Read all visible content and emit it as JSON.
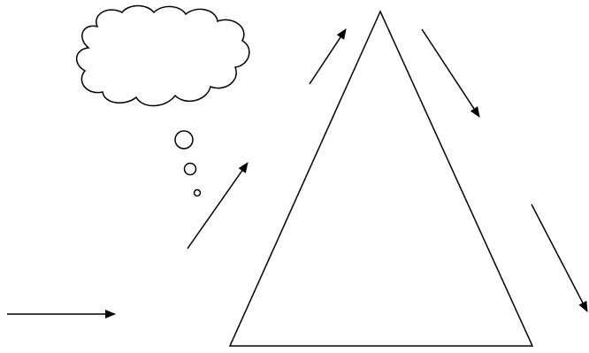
{
  "diagram": {
    "description_shapes": [
      "thought-bubble-cloud",
      "triangle",
      "arrows"
    ],
    "colors": {
      "stroke": "#000000",
      "background": "#ffffff"
    }
  }
}
